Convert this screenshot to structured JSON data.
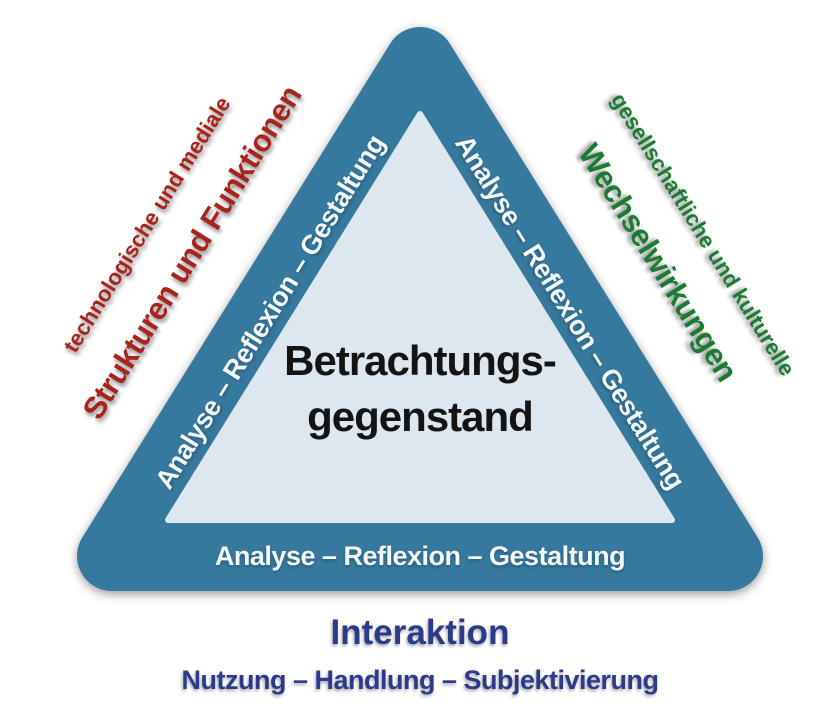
{
  "colors": {
    "triangle_fill": "#36799E",
    "inner_fill": "#DCE7EF",
    "edge_text": "#F4FAFC",
    "center_text": "#141414",
    "left_label_color": "#A8231C",
    "right_label_color": "#1B7B33",
    "bottom_label_color": "#2C3A8C"
  },
  "diagram": {
    "center": {
      "line1": "Betrachtungs-",
      "line2": "gegenstand"
    },
    "edges": {
      "left": "Analyse – Reflexion – Gestaltung",
      "right": "Analyse – Reflexion – Gestaltung",
      "bottom": "Analyse – Reflexion – Gestaltung"
    },
    "outside": {
      "left": {
        "line1": "technologische und mediale",
        "line2": "Strukturen und Funktionen"
      },
      "right": {
        "line1": "gesellschaftliche und kulturelle",
        "line2": "Wechselwirkungen"
      },
      "bottom": {
        "line1": "Interaktion",
        "line2": "Nutzung – Handlung – Subjektivierung"
      }
    }
  }
}
